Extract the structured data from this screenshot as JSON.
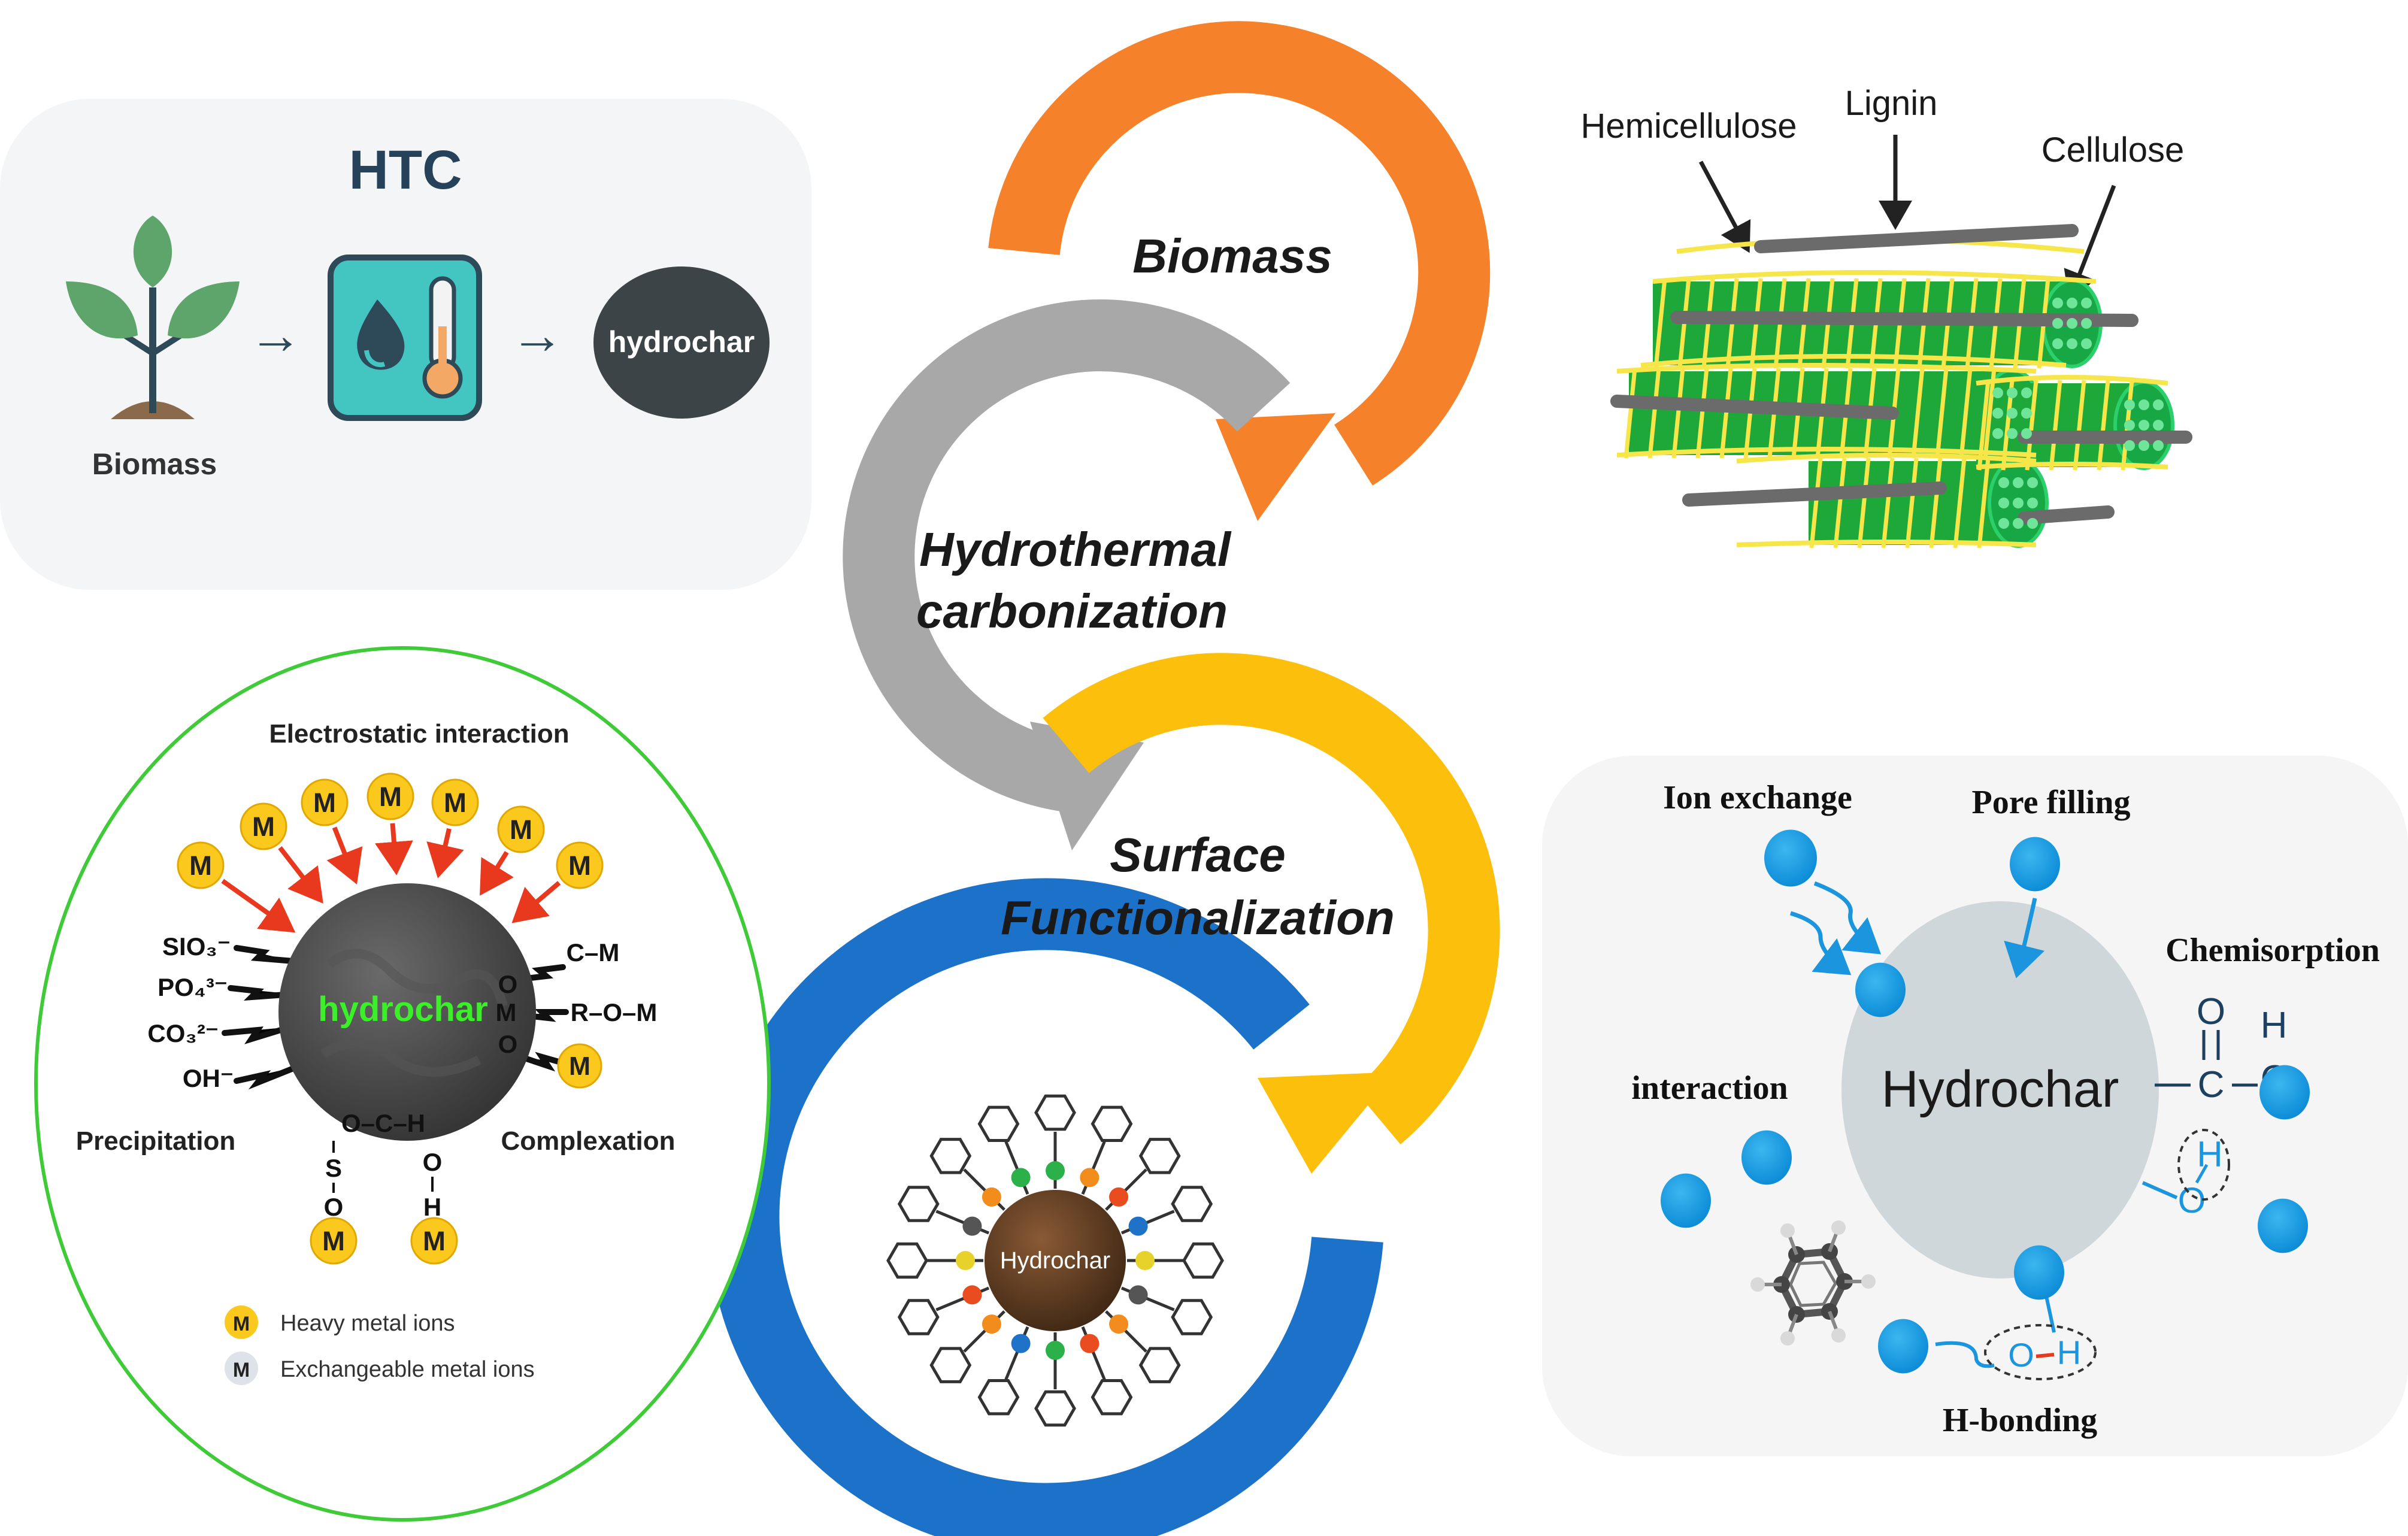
{
  "htc_panel": {
    "title": "HTC",
    "biomass_label": "Biomass",
    "hydrochar_label": "hydrochar",
    "arrow_glyph": "→"
  },
  "cycle": {
    "step1": "Biomass",
    "step2_line1": "Hydrothermal",
    "step2_line2": "carbonization",
    "step3_line1": "Surface",
    "step3_line2": "Functionalization",
    "center_label": "Hydrochar",
    "colors": {
      "orange": "#f5822a",
      "gray": "#a8a8a8",
      "yellow": "#fbbf0c",
      "blue": "#1c72c9"
    }
  },
  "lignocellulose": {
    "hemicellulose": "Hemicellulose",
    "lignin": "Lignin",
    "cellulose": "Cellulose"
  },
  "metal_panel": {
    "title": "Electrostatic interaction",
    "center_label": "hydrochar",
    "metal_symbol": "M",
    "left_groups": [
      "SIO₃⁻",
      "PO₄³⁻",
      "CO₃²⁻",
      "OH⁻"
    ],
    "right_groups": [
      "O",
      "C–M",
      "M",
      "R–O–M",
      "O"
    ],
    "bottom_left": [
      "O–C–H",
      "S",
      "O"
    ],
    "bottom_right": [
      "O",
      "H"
    ],
    "precipitation": "Precipitation",
    "complexation": "Complexation",
    "legend_heavy": "Heavy metal ions",
    "legend_exchangeable": "Exchangeable metal ions"
  },
  "mechanism_panel": {
    "center_label": "Hydrochar",
    "ion_exchange": "Ion exchange",
    "pore_filling": "Pore filling",
    "chemisorption": "Chemisorption",
    "interaction": "interaction",
    "h_bonding": "H-bonding",
    "chem_o": "O",
    "chem_h": "H",
    "chem_c1": "C",
    "chem_c2": "C",
    "oh_o": "O",
    "oh_h": "H"
  }
}
